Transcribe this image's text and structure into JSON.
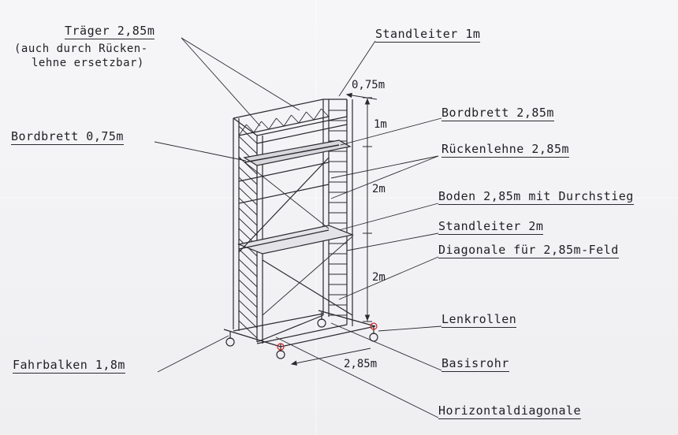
{
  "labels": {
    "traeger": "Träger 2,85m",
    "traeger_note_1": "(auch durch Rücken-",
    "traeger_note_2": "lehne ersetzbar)",
    "standleiter_1m": "Standleiter 1m",
    "bordbrett_285": "Bordbrett 2,85m",
    "bordbrett_075": "Bordbrett 0,75m",
    "rueckenlehne": "Rückenlehne 2,85m",
    "boden": "Boden 2,85m mit Durchstieg",
    "standleiter_2m": "Standleiter 2m",
    "diagonale": "Diagonale für 2,85m-Feld",
    "lenkrollen": "Lenkrollen",
    "fahrbalken": "Fahrbalken 1,8m",
    "basisrohr": "Basisrohr",
    "horizontaldiagonale": "Horizontaldiagonale"
  },
  "dimensions": {
    "depth": "0,75m",
    "height_top": "1m",
    "height_mid": "2m",
    "height_bottom": "2m",
    "length": "2,85m"
  },
  "colors": {
    "line": "#2a2a30",
    "caster_accent": "#d02020"
  }
}
